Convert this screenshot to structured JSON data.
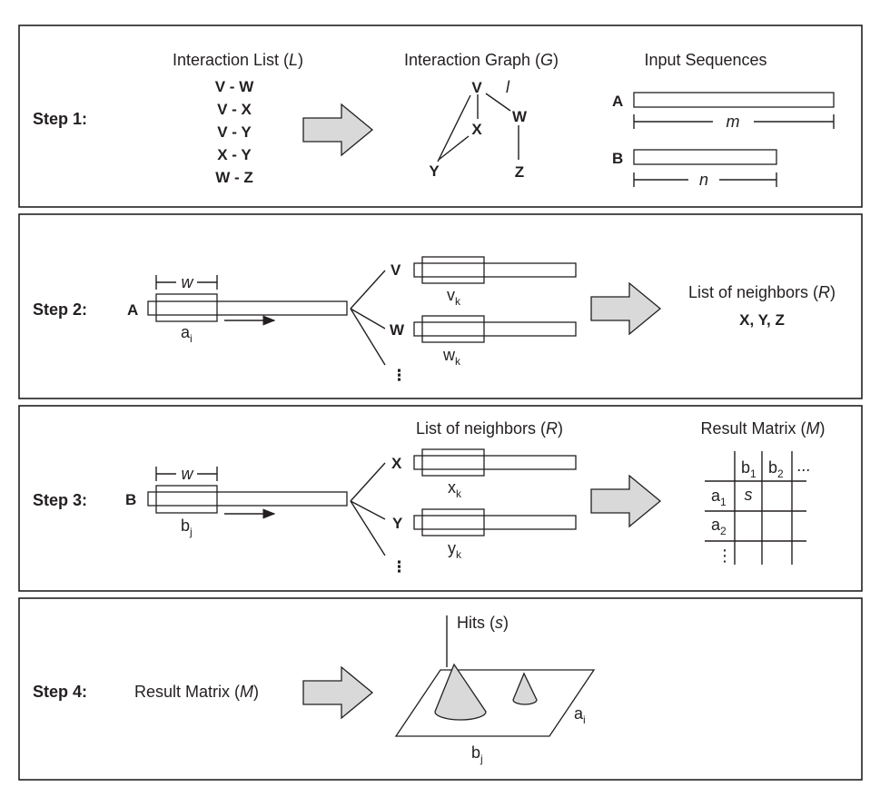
{
  "step1": {
    "label": "Step 1:",
    "list_title": "Interaction List (",
    "list_var": "L",
    "list_close": ")",
    "pairs": [
      "V - W",
      "V - X",
      "V - Y",
      "X - Y",
      "W - Z"
    ],
    "graph_title": "Interaction Graph (",
    "graph_var": "G",
    "graph_close": ")",
    "nodes": {
      "v": "V",
      "w": "W",
      "x": "X",
      "y": "Y",
      "z": "Z"
    },
    "edge_label": "l",
    "seq_title": "Input Sequences",
    "seq_a": "A",
    "seq_b": "B",
    "len_a": "m",
    "len_b": "n"
  },
  "step2": {
    "label": "Step 2:",
    "seq": "A",
    "window": "w",
    "window_pos_main": "a",
    "window_pos_sub": "i",
    "targets": [
      "V",
      "W"
    ],
    "target_win_main": [
      "v",
      "w"
    ],
    "target_win_sub": [
      "k",
      "k"
    ],
    "more": "⋮",
    "result_title": "List of neighbors (",
    "result_var": "R",
    "result_close": ")",
    "result_values": "X, Y, Z"
  },
  "step3": {
    "label": "Step 3:",
    "seq": "B",
    "window": "w",
    "window_pos_main": "b",
    "window_pos_sub": "j",
    "list_title": "List of neighbors (",
    "list_var": "R",
    "list_close": ")",
    "targets": [
      "X",
      "Y"
    ],
    "target_win_main": [
      "x",
      "y"
    ],
    "target_win_sub": [
      "k",
      "k"
    ],
    "more": "⋮",
    "matrix_title": "Result Matrix (",
    "matrix_var": "M",
    "matrix_close": ")",
    "col_main": [
      "b",
      "b"
    ],
    "col_sub": [
      "1",
      "2"
    ],
    "col_more": "...",
    "row_main": [
      "a",
      "a"
    ],
    "row_sub": [
      "1",
      "2"
    ],
    "row_more": "⋮",
    "cell": "s"
  },
  "step4": {
    "label": "Step 4:",
    "input_title": "Result Matrix (",
    "input_var": "M",
    "input_close": ")",
    "hits_title": "Hits (",
    "hits_var": "s",
    "hits_close": ")",
    "axis_a_main": "a",
    "axis_a_sub": "i",
    "axis_b_main": "b",
    "axis_b_sub": "j"
  }
}
